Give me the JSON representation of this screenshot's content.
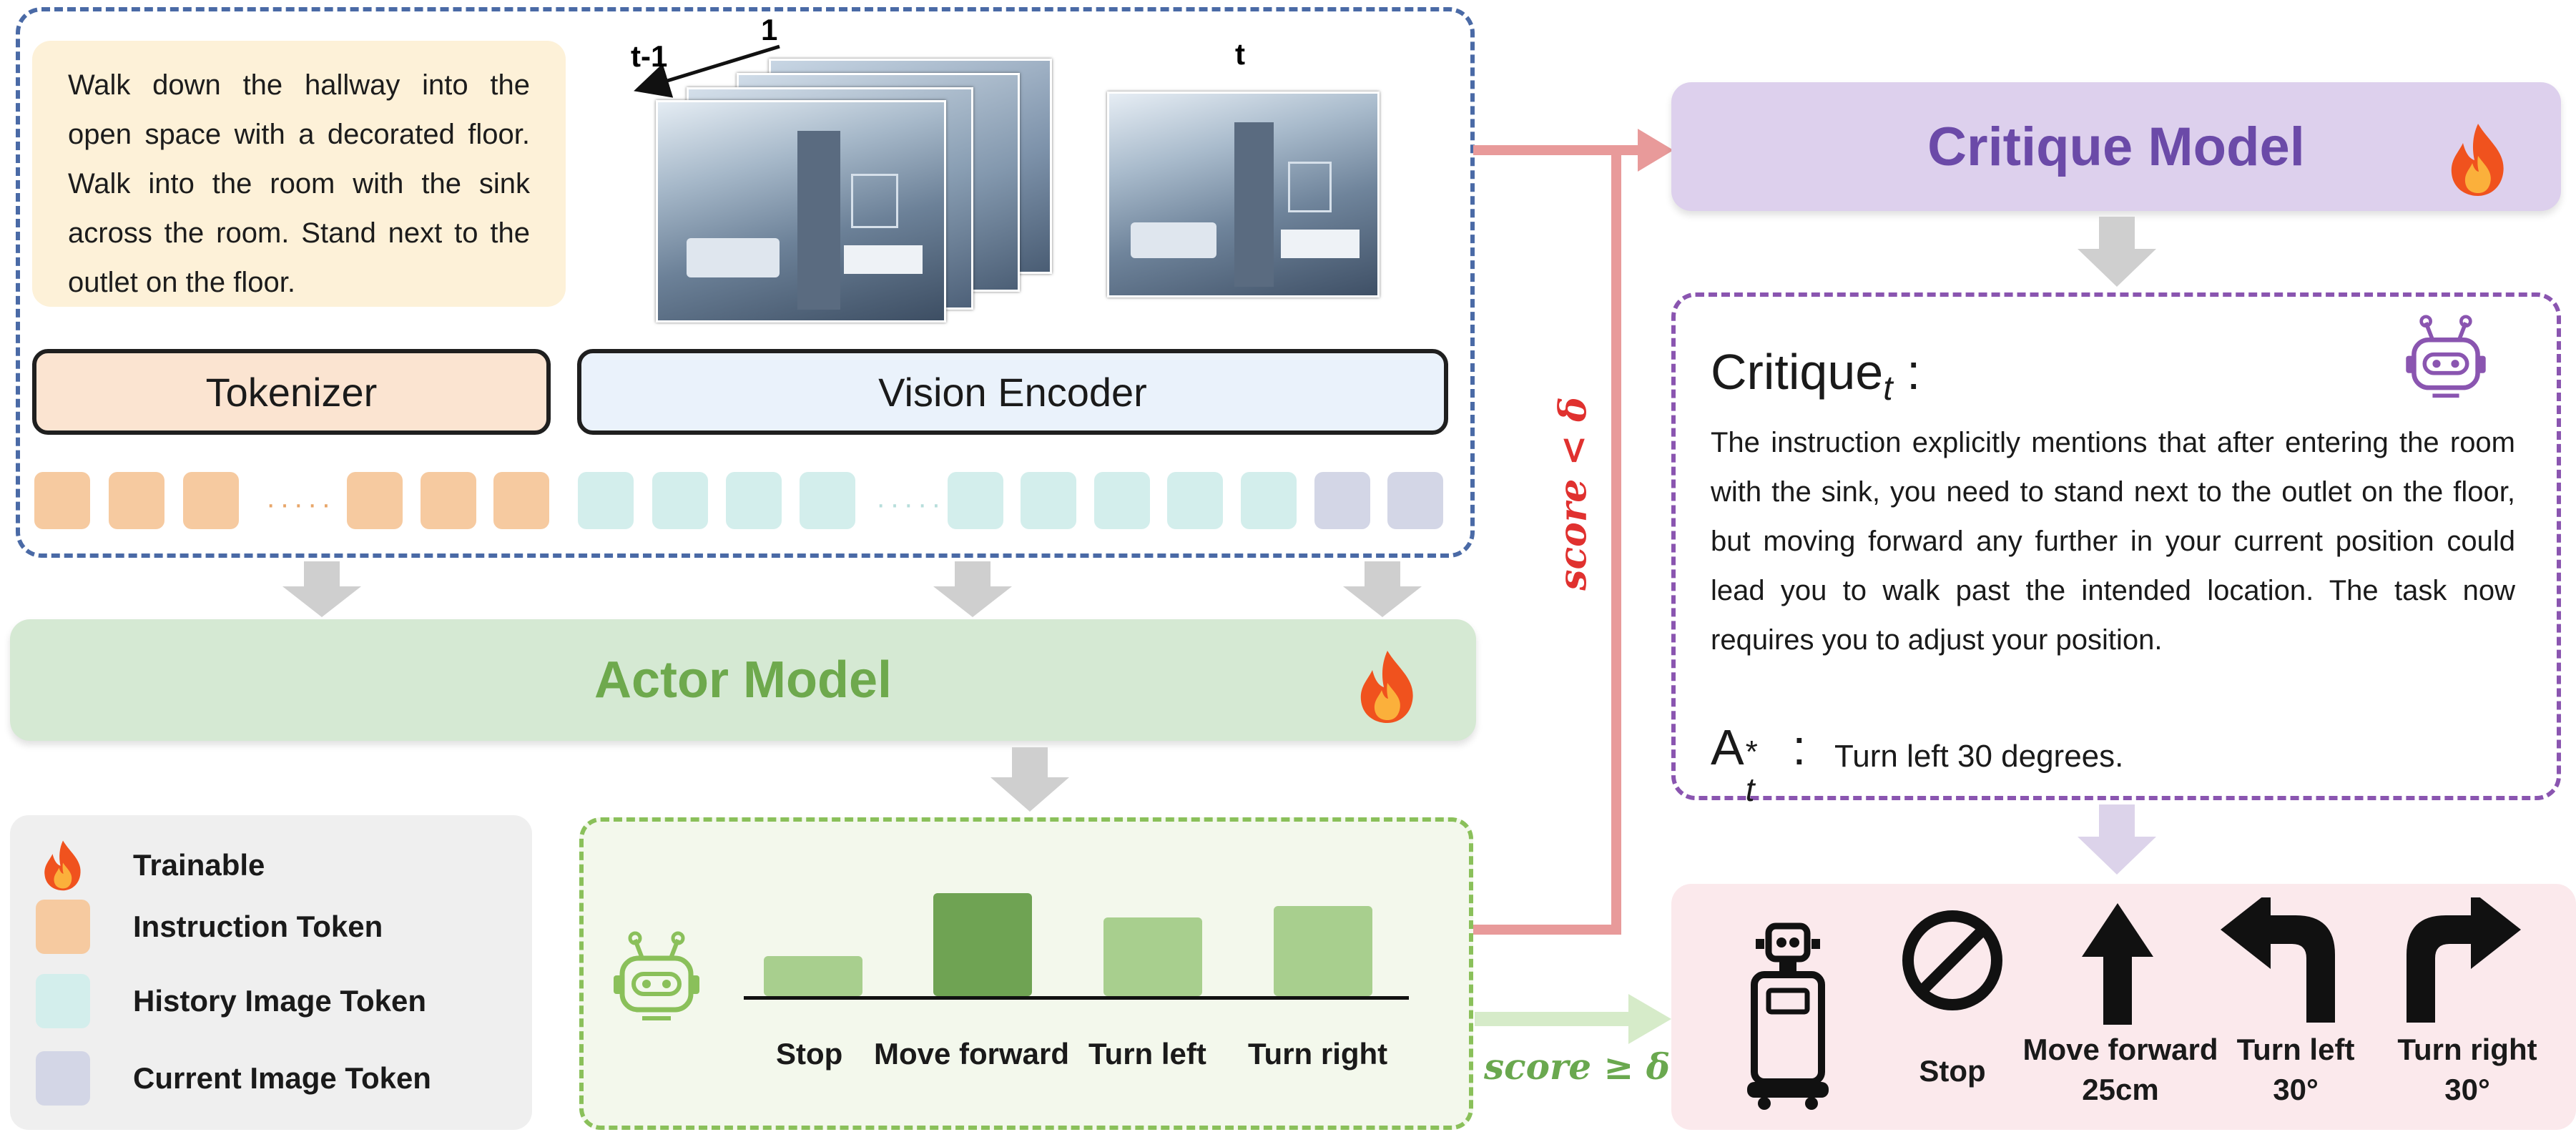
{
  "instruction": {
    "text": "Walk down the hallway into the open space with a decorated floor. Walk into the room with the sink across the room. Stand next to the outlet on the floor."
  },
  "frames": {
    "history_label_prev": "t-1",
    "history_label_first": "1",
    "current_label": "t"
  },
  "encoders": {
    "tokenizer": "Tokenizer",
    "vision_encoder": "Vision Encoder"
  },
  "tokens": {
    "ellipsis": "·····"
  },
  "actor": {
    "title": "Actor Model"
  },
  "legend": {
    "items": [
      {
        "label": "Trainable",
        "icon": "fire-icon"
      },
      {
        "label": "Instruction Token",
        "color": "#f6caa0"
      },
      {
        "label": "History Image Token",
        "color": "#d3eeec"
      },
      {
        "label": "Current Image Token",
        "color": "#d3d6e6"
      }
    ]
  },
  "actor_output": {
    "bars": [
      {
        "label": "Stop",
        "value": 0.28,
        "color": "#a8cf8e"
      },
      {
        "label": "Move forward",
        "value": 0.72,
        "color": "#6fa353"
      },
      {
        "label": "Turn left",
        "value": 0.55,
        "color": "#a8cf8e"
      },
      {
        "label": "Turn right",
        "value": 0.63,
        "color": "#a8cf8e"
      }
    ]
  },
  "score": {
    "low": "score < δ",
    "high": "score ≥ δ"
  },
  "critique_model": {
    "title": "Critique Model"
  },
  "critique": {
    "title_main": "Critique",
    "title_sub": "t",
    "colon": ":",
    "text": "The instruction explicitly mentions that after entering the room with the sink, you need to stand next to the outlet on the floor, but moving forward any further in your current position could lead you to walk past the intended location. The task now requires you to adjust your position.",
    "astar_main": "A",
    "astar_sup": "*",
    "astar_sub": "t",
    "action": "Turn left 30 degrees."
  },
  "actions": [
    {
      "line1": "Stop",
      "line2": "",
      "icon": "stop-icon"
    },
    {
      "line1": "Move forward",
      "line2": "25cm",
      "icon": "arrow-up-icon"
    },
    {
      "line1": "Turn left",
      "line2": "30°",
      "icon": "turn-left-icon"
    },
    {
      "line1": "Turn right",
      "line2": "30°",
      "icon": "turn-right-icon"
    }
  ],
  "colors": {
    "blue_dash": "#4a6aa6",
    "green_dash": "#8ac05a",
    "purple_dash": "#8a55b0",
    "red_arrow": "#e89a9a",
    "actor_text": "#6ea94d",
    "critique_text": "#6b4aa8"
  }
}
